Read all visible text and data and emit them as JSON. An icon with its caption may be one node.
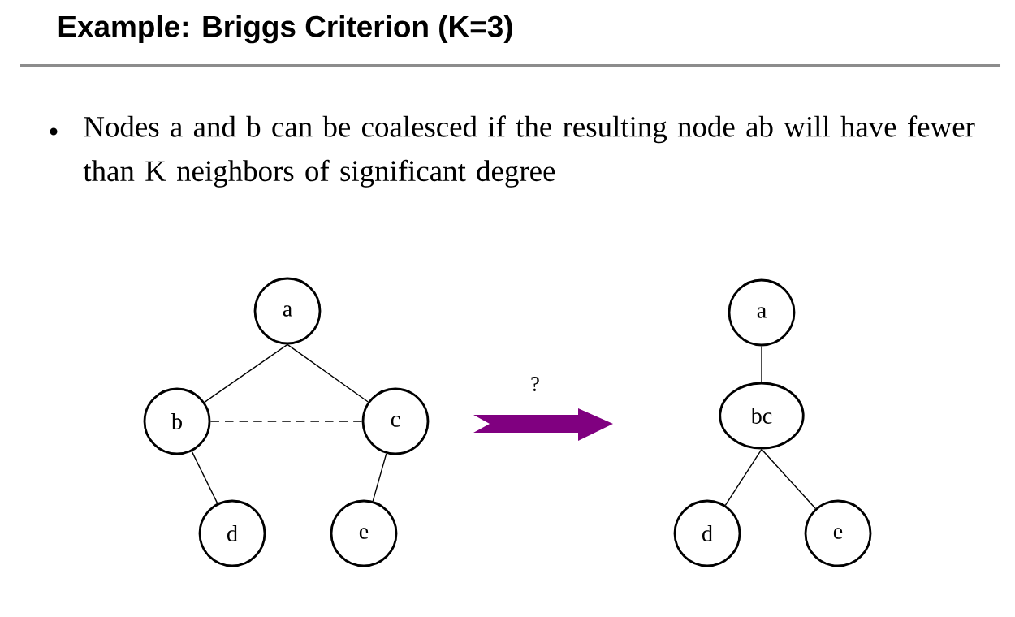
{
  "diagram": {
    "title": "Example: Briggs Criterion (K=3)",
    "nodes": [
      {
        "text": [
          "a"
        ]
      },
      {
        "text": [
          "b"
        ]
      },
      {
        "text": [
          "c"
        ]
      },
      {
        "text": [
          "d"
        ]
      },
      {
        "text": [
          "e"
        ]
      },
      {
        "text": [
          "a"
        ]
      },
      {
        "text": [
          "bc"
        ]
      },
      {
        "text": [
          "d"
        ]
      },
      {
        "text": [
          "e"
        ]
      }
    ],
    "edges": [
      {
        "from": 0,
        "to": 1,
        "arrow": "none"
      },
      {
        "from": 0,
        "to": 2,
        "arrow": "none"
      },
      {
        "from": 1,
        "to": 2,
        "arrow": "none",
        "style": "dashed"
      },
      {
        "from": 1,
        "to": 3,
        "arrow": "none"
      },
      {
        "from": 2,
        "to": 4,
        "arrow": "none"
      },
      {
        "from": 5,
        "to": 6,
        "arrow": "none"
      },
      {
        "from": 6,
        "to": 7,
        "arrow": "none"
      },
      {
        "from": 6,
        "to": 8,
        "arrow": "none"
      }
    ],
    "labels": [
      "Nodes a and b can be coalesced if the resulting node ab will have fewer than K neighbors of significant degree",
      "?"
    ]
  }
}
